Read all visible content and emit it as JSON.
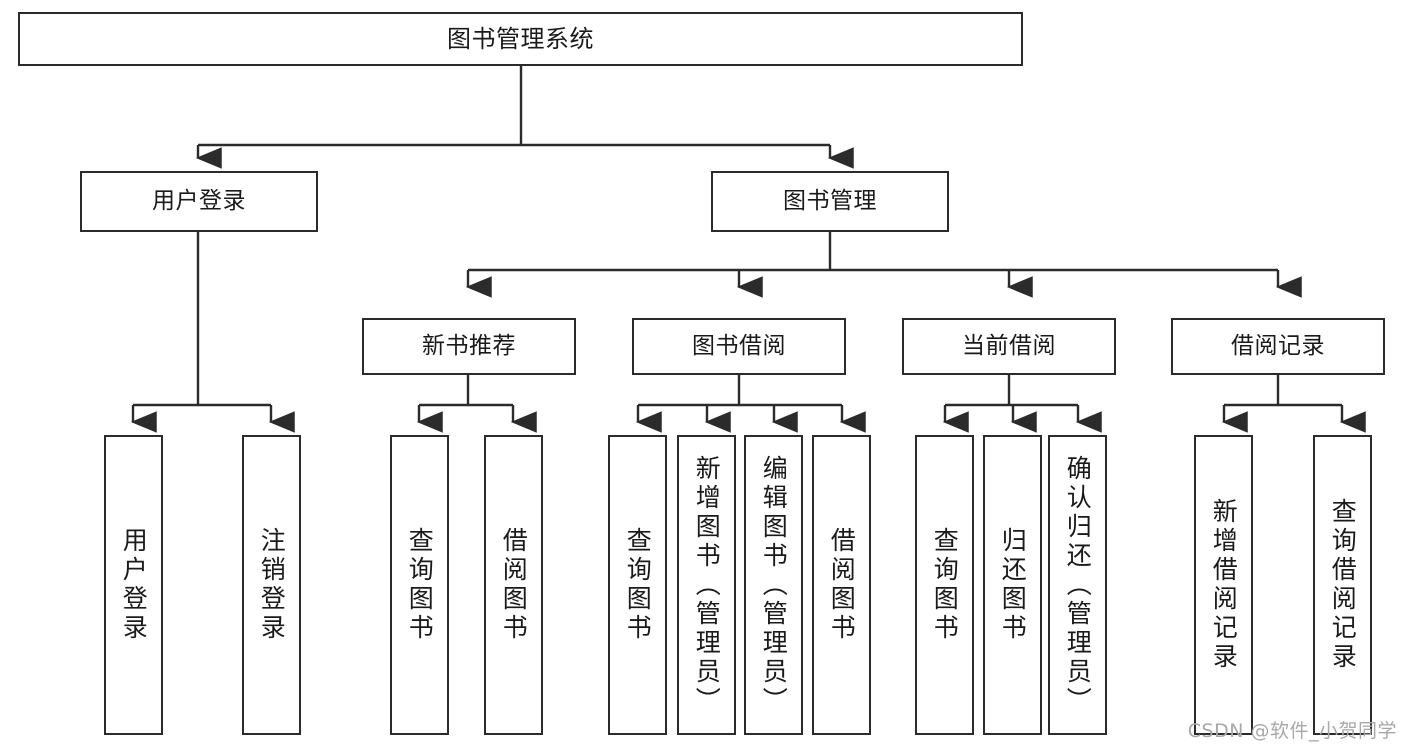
{
  "diagram": {
    "title_node": {
      "label": "图书管理系统"
    },
    "level2": [
      {
        "label": "用户登录"
      },
      {
        "label": "图书管理"
      }
    ],
    "level3": [
      {
        "label": "新书推荐"
      },
      {
        "label": "图书借阅"
      },
      {
        "label": "当前借阅"
      },
      {
        "label": "借阅记录"
      }
    ],
    "leaves": [
      {
        "label": "用户登录"
      },
      {
        "label": "注销登录"
      },
      {
        "label": "查询图书"
      },
      {
        "label": "借阅图书"
      },
      {
        "label": "查询图书"
      },
      {
        "label": "新增图书（管理员）"
      },
      {
        "label": "编辑图书（管理员）"
      },
      {
        "label": "借阅图书"
      },
      {
        "label": "查询图书"
      },
      {
        "label": "归还图书"
      },
      {
        "label": "确认归还（管理员）"
      },
      {
        "label": "新增借阅记录"
      },
      {
        "label": "查询借阅记录"
      }
    ],
    "colors": {
      "stroke": "#2b2b2b",
      "fill": "#ffffff",
      "text": "#1a1a1a",
      "watermark": "#a8a8a8"
    }
  },
  "watermark": {
    "text": "CSDN @软件_小贺同学"
  }
}
